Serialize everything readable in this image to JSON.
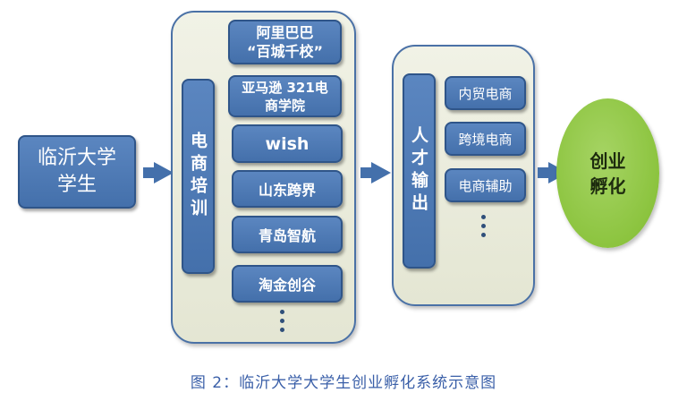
{
  "start": {
    "label": "临沂大学学生"
  },
  "panel_training": {
    "vertical_label": "电商培训",
    "items": [
      "阿里巴巴 “百城千校”",
      "亚马逊 321电商学院",
      "wish",
      "山东跨界",
      "青岛智航",
      "淘金创谷"
    ]
  },
  "panel_output": {
    "vertical_label": "人才输出",
    "items": [
      "内贸电商",
      "跨境电商",
      "电商辅助"
    ]
  },
  "end": {
    "label": "创业孵化"
  },
  "caption": "图 2：临沂大学大学生创业孵化系统示意图",
  "colors": {
    "box_fill": "#4470ab",
    "panel_fill": "#e9eadb",
    "ellipse_fill": "#8cc43f",
    "caption": "#3a5fa8"
  }
}
